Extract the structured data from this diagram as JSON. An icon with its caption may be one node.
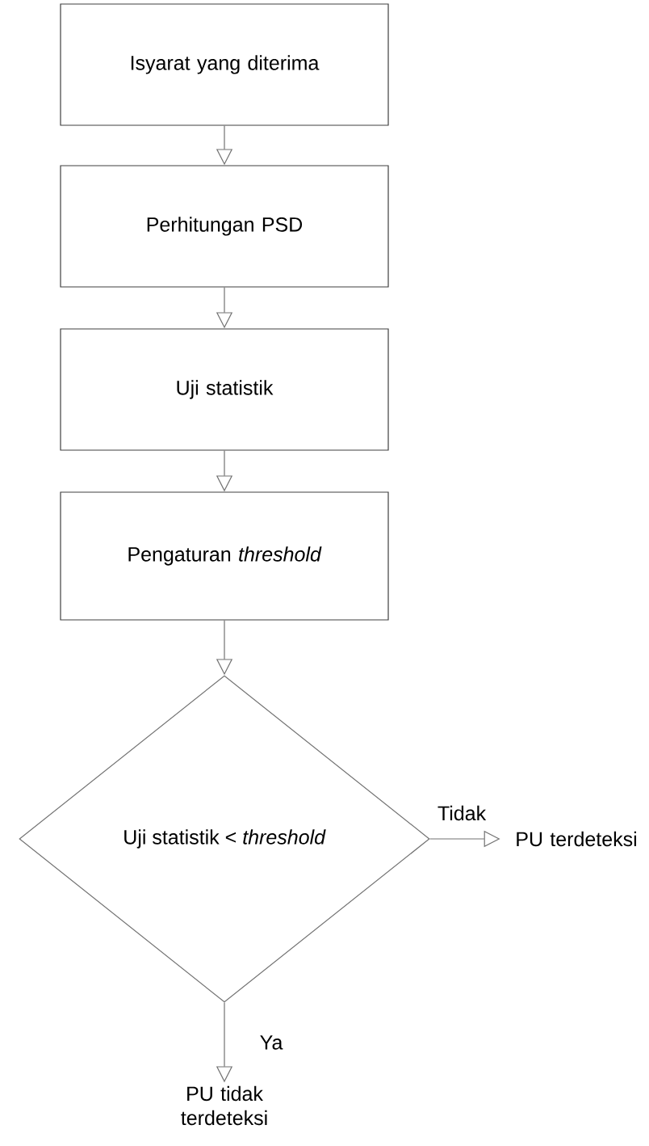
{
  "diagram": {
    "nodes": [
      {
        "text": [
          "Isyarat yang diterima"
        ]
      },
      {
        "text": [
          "Perhitungan PSD"
        ]
      },
      {
        "text": [
          "Uji statistik"
        ]
      },
      {
        "text": [
          "Pengaturan *threshold*"
        ]
      },
      {
        "text": [
          "Uji statistik < *threshold*"
        ]
      },
      {
        "text": [
          "PU terdeteksi"
        ]
      },
      {
        "text": [
          "PU tidak terdeteksi"
        ]
      }
    ],
    "edges": [
      {
        "from": 0,
        "to": 1,
        "arrow": "to"
      },
      {
        "from": 1,
        "to": 2,
        "arrow": "to"
      },
      {
        "from": 2,
        "to": 3,
        "arrow": "to"
      },
      {
        "from": 3,
        "to": 4,
        "arrow": "to"
      },
      {
        "from": 4,
        "to": 5,
        "arrow": "to",
        "label": "Tidak"
      },
      {
        "from": 4,
        "to": 6,
        "arrow": "to",
        "label": "Ya"
      }
    ]
  }
}
